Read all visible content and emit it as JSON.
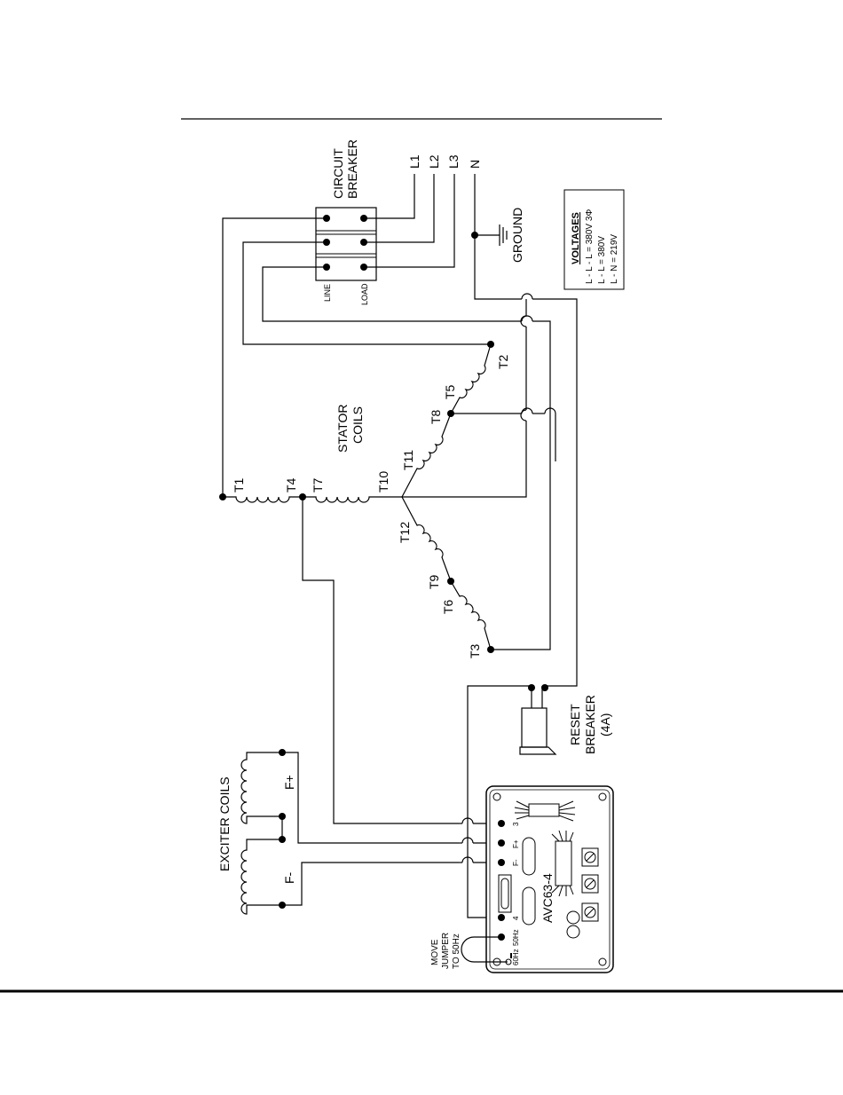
{
  "labels": {
    "circuit_breaker_l1": "CIRCUIT",
    "circuit_breaker_l2": "BREAKER",
    "l1": "L1",
    "l2": "L2",
    "l3": "L3",
    "n": "N",
    "ground": "GROUND",
    "line": "LINE",
    "load": "LOAD",
    "stator_l1": "STATOR",
    "stator_l2": "COILS",
    "t1": "T1",
    "t2": "T2",
    "t3": "T3",
    "t4": "T4",
    "t5": "T5",
    "t6": "T6",
    "t7": "T7",
    "t8": "T8",
    "t9": "T9",
    "t10": "T10",
    "t11": "T11",
    "t12": "T12",
    "reset_l1": "RESET",
    "reset_l2": "BREAKER",
    "reset_l3": "(4A)",
    "exciter": "EXCITER COILS",
    "f_plus": "F+",
    "f_minus": "F-",
    "avc_model": "AVC63-4",
    "term_3": "3",
    "term_fplus": "F+",
    "term_fminus": "F-",
    "term_4": "4",
    "term_50hz": "50Hz",
    "term_60hz": "60Hz",
    "jumper_l1": "MOVE",
    "jumper_l2": "JUMPER",
    "jumper_l3": "TO 50Hz"
  },
  "voltages": {
    "title": "VOLTAGES",
    "line1": "L - L - L = 380V 3Φ",
    "line2": "L - L = 380V",
    "line3": "L - N = 219V"
  }
}
